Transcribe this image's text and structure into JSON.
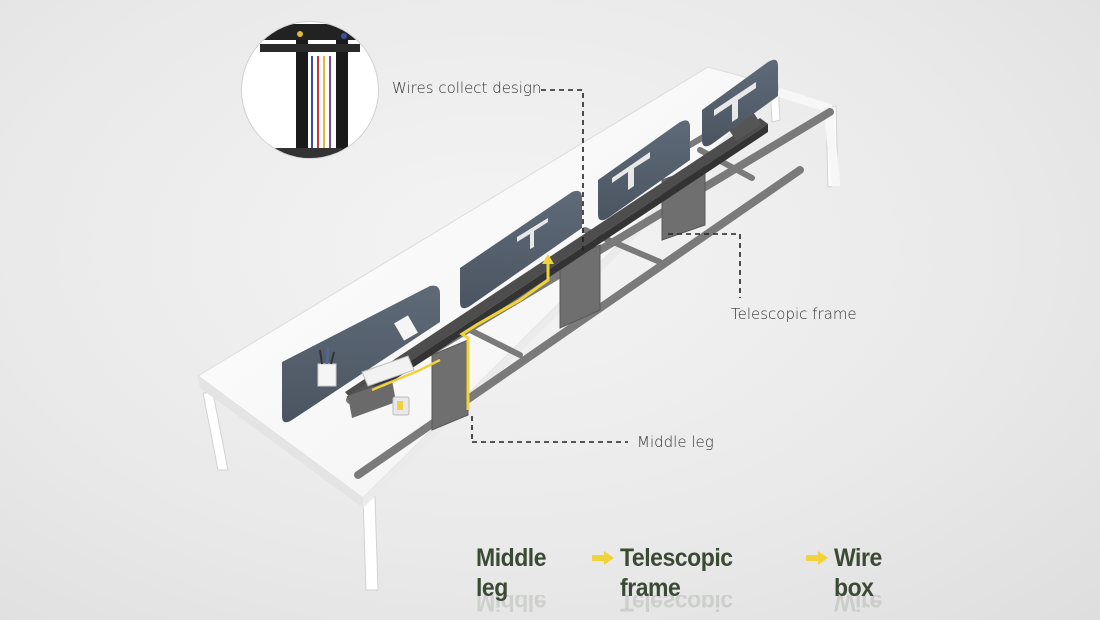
{
  "callouts": {
    "wires_collect": "Wires collect design",
    "telescopic_frame": "Telescopic frame",
    "middle_leg": "Middle leg"
  },
  "flow": {
    "steps": [
      "Middle leg",
      "Telescopic frame",
      "Wire box"
    ]
  },
  "colors": {
    "accent_yellow": "#f2d23a",
    "screen_panel": "#535e6c",
    "frame_grey": "#7a7a7a",
    "flow_text": "#3a4a34"
  }
}
